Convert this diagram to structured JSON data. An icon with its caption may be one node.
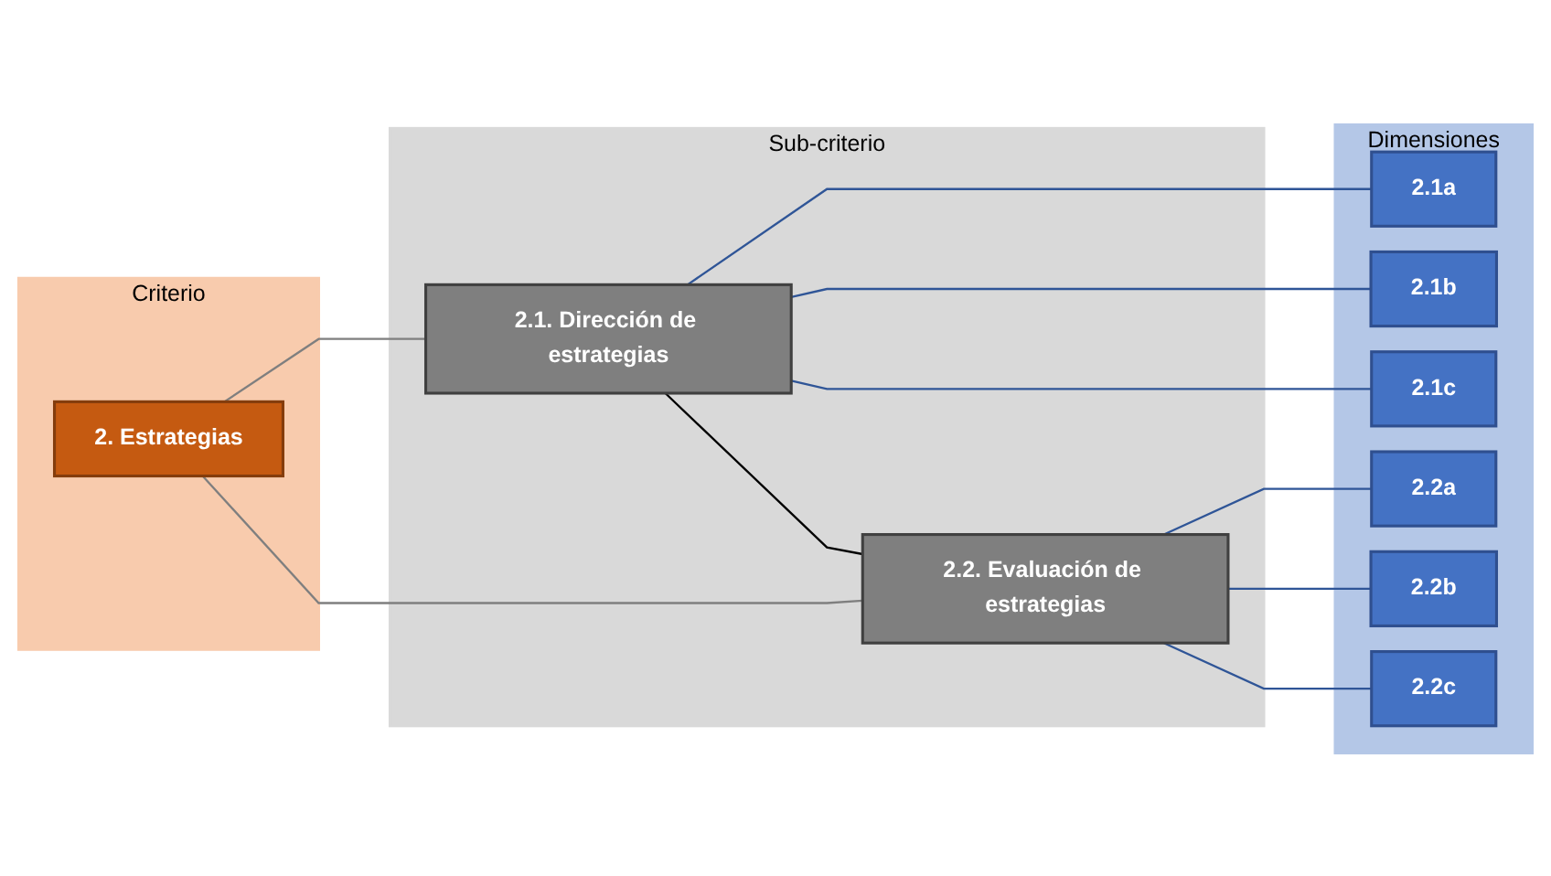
{
  "diagram": {
    "nodes": [
      {
        "text": [
          "Criterio"
        ]
      },
      {
        "text": [
          "Sub-criterio"
        ]
      },
      {
        "text": [
          "Dimensiones"
        ]
      },
      {
        "text": [
          "2. Estrategias"
        ],
        "in": 0
      },
      {
        "text": [
          "2.1. Dirección de estrategias"
        ],
        "in": 1
      },
      {
        "text": [
          "2.2. Evaluación de estrategias"
        ],
        "in": 1
      },
      {
        "text": [
          "2.1a"
        ],
        "in": 2
      },
      {
        "text": [
          "2.1b"
        ],
        "in": 2
      },
      {
        "text": [
          "2.1c"
        ],
        "in": 2
      },
      {
        "text": [
          "2.2a"
        ],
        "in": 2
      },
      {
        "text": [
          "2.2b"
        ],
        "in": 2
      },
      {
        "text": [
          "2.2c"
        ],
        "in": 2
      }
    ],
    "edges": [
      {
        "from": 3,
        "to": 4,
        "arrow": "none",
        "color": "#7f7f7f"
      },
      {
        "from": 3,
        "to": 5,
        "arrow": "none",
        "color": "#7f7f7f"
      },
      {
        "from": 4,
        "to": 5,
        "arrow": "none",
        "color": "#000000"
      },
      {
        "from": 4,
        "to": 6,
        "arrow": "none"
      },
      {
        "from": 4,
        "to": 7,
        "arrow": "none"
      },
      {
        "from": 4,
        "to": 8,
        "arrow": "none"
      },
      {
        "from": 5,
        "to": 9,
        "arrow": "none"
      },
      {
        "from": 5,
        "to": 10,
        "arrow": "none"
      },
      {
        "from": 5,
        "to": 11,
        "arrow": "none"
      }
    ]
  }
}
